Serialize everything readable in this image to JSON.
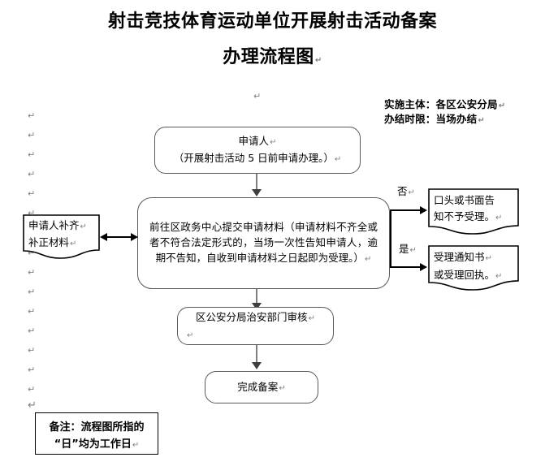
{
  "title": {
    "line1": "射击竞技体育运动单位开展射击活动备案",
    "line2": "办理流程图",
    "pilcrow": "↵"
  },
  "meta": {
    "subject": "实施主体：各区公安分局",
    "subject_pilcrow": "↵",
    "deadline": "办结时限：当场办结",
    "deadline_pilcrow": "↵"
  },
  "nodes": {
    "applicant": {
      "line1": "申请人",
      "line2": "（开展射击活动 5 日前申请办理。）",
      "pilcrow1": "↵",
      "pilcrow2": "↵"
    },
    "submit": {
      "text": "前往区政务中心提交申请材料（申请材料不齐全或者不符合法定形式的，当场一次性告知申请人，逾期不告知，自收到申请材料之日起即为受理。）",
      "pilcrow": "↵"
    },
    "supplement": {
      "line1": "申请人补齐",
      "line2": "补正材料",
      "pilcrow1": "↵",
      "pilcrow2": "↵"
    },
    "reject_notice": {
      "line1": "口头或书面告",
      "line2": "知不予受理。",
      "pilcrow": "↵"
    },
    "accept_notice": {
      "line1": "受理通知书",
      "line2": "或受理回执。",
      "pilcrow1": "↵",
      "pilcrow2": "↵"
    },
    "review": {
      "text": "区公安分局治安部门审核",
      "pilcrow1": "↵",
      "pilcrow2": "↵"
    },
    "complete": {
      "text": "完成备案",
      "pilcrow": "↵"
    },
    "note": {
      "line1": "备注：流程图所指的",
      "line2": "“日”均为工作日",
      "pilcrow": "↵"
    }
  },
  "branches": {
    "no_label": "否",
    "no_pilcrow": "↵",
    "yes_label": "是",
    "yes_pilcrow": "↵"
  },
  "margin_marks": {
    "glyph": "↵"
  },
  "colors": {
    "box_border": "#595959",
    "connector_gray": "#7f7f7f",
    "connector_black": "#000000",
    "text": "#000000",
    "mark_gray": "#808080",
    "page_background": "#ffffff"
  }
}
